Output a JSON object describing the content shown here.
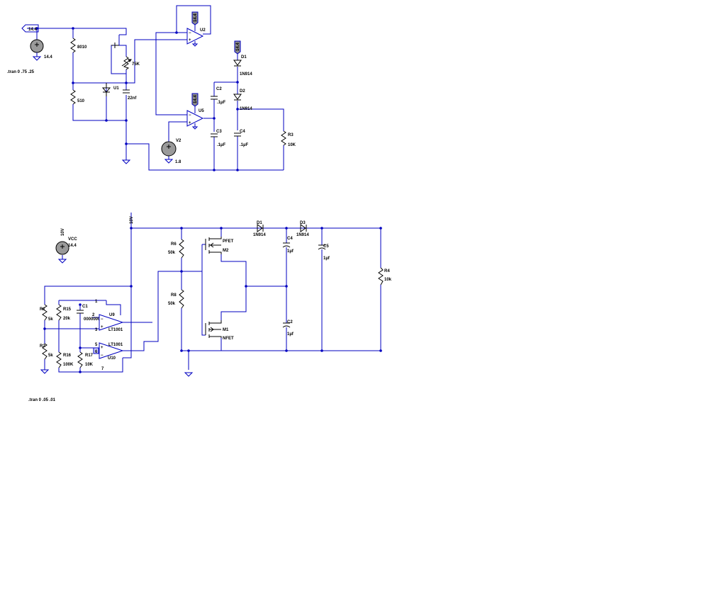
{
  "top": {
    "src_node_flag": "14.4",
    "src_value": "14.4",
    "tran_cmd": ".tran 0 .75 .25",
    "r_top": "8010",
    "r_bottom": "510",
    "pot": "75K",
    "u1": "U1",
    "cap_22n": "22nf",
    "u2": "U2",
    "u2_supply": "14.4",
    "u5": "U5",
    "u5_supply": "14.4",
    "d1": "D1",
    "d1_model": "1N914",
    "d1_supply": "14.4",
    "d2": "D2",
    "d2_model": "1N914",
    "c2": "C2",
    "c2_val": ".1µF",
    "c3": "C3",
    "c3_val": ".1µF",
    "c4": "C4",
    "c4_val": ".1µF",
    "r3": "R3",
    "r3_val": "10K",
    "v2": "V2",
    "v2_val": "1.8"
  },
  "bottom": {
    "vcc_label": "VCC",
    "vcc_rot": "10V",
    "vcc_val": "14.4",
    "rail_flag": "10V",
    "tran_cmd": ".tran 0 .05 .01",
    "r1": "R1",
    "r1_val": "5k",
    "r2": "R2",
    "r2_val": "5k",
    "r15": "R15",
    "r15_val": "20k",
    "r16": "R16",
    "r16_val": "100K",
    "r17": "R17",
    "r17_val": "10K",
    "c1": "C1",
    "c1_val": "0000000 2",
    "node1": "1",
    "node2": "2",
    "node3": "3",
    "node5": "5",
    "node6": "6",
    "node7": "7",
    "u9": "U9",
    "u9_model": "LT1001",
    "u10": "U10",
    "u10_model": "LT1001",
    "r6": "R6",
    "r6_val": "50k",
    "r8": "R8",
    "r8_val": "50k",
    "m2": "M2",
    "m2_model": "PFET",
    "m1": "M1",
    "m1_model": "NFET",
    "d1": "D1",
    "d1_model": "1N914",
    "d3": "D3",
    "d3_model": "1N914",
    "c4": "C4",
    "c4_val": "1µf",
    "c2": "C2",
    "c2_val": "1µf",
    "c5": "C5",
    "c5_val": "1µf",
    "r4": "R4",
    "r4_val": "10k"
  }
}
